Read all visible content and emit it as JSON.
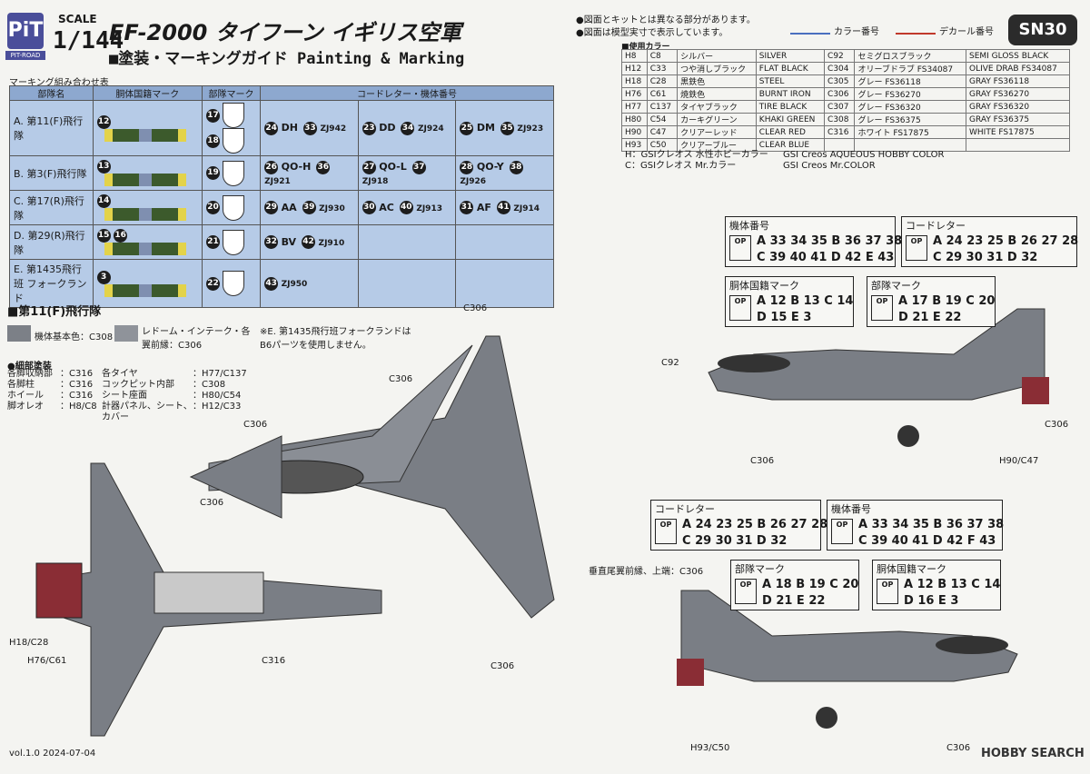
{
  "header": {
    "logo": "PiT",
    "logo_sub": "PIT-ROAD",
    "scale_word": "SCALE",
    "scale_value": "1/144",
    "title": "EF-2000 タイフーン イギリス空軍",
    "subtitle": "■塗装・マーキングガイド Painting & Marking",
    "product_code": "SN30",
    "note1": "●図面とキットとは異なる部分があります。",
    "note2": "●図面は模型実寸で表示しています。",
    "legend_color": "カラー番号",
    "legend_decal": "デカール番号"
  },
  "marking_table": {
    "caption": "マーキング組み合わせ表",
    "headers": [
      "部隊名",
      "胴体国籍マーク",
      "部隊マーク",
      "コードレター・機体番号"
    ],
    "rows": [
      {
        "unit": "A. 第11(F)飛行隊",
        "nat": [
          "12"
        ],
        "badges": [
          "17",
          "18"
        ],
        "codes": [
          [
            "24",
            "DH",
            "33",
            "ZJ942"
          ],
          [
            "23",
            "DD",
            "34",
            "ZJ924"
          ],
          [
            "25",
            "DM",
            "35",
            "ZJ923"
          ]
        ]
      },
      {
        "unit": "B. 第3(F)飛行隊",
        "nat": [
          "13"
        ],
        "badges": [
          "19"
        ],
        "codes": [
          [
            "26",
            "QO-H",
            "36",
            "ZJ921"
          ],
          [
            "27",
            "QO-L",
            "37",
            "ZJ918"
          ],
          [
            "28",
            "QO-Y",
            "38",
            "ZJ926"
          ]
        ]
      },
      {
        "unit": "C. 第17(R)飛行隊",
        "nat": [
          "14"
        ],
        "badges": [
          "20"
        ],
        "codes": [
          [
            "29",
            "AA",
            "39",
            "ZJ930"
          ],
          [
            "30",
            "AC",
            "40",
            "ZJ913"
          ],
          [
            "31",
            "AF",
            "41",
            "ZJ914"
          ]
        ]
      },
      {
        "unit": "D. 第29(R)飛行隊",
        "nat": [
          "15",
          "16"
        ],
        "badges": [
          "21"
        ],
        "codes": [
          [
            "32",
            "BV",
            "42",
            "ZJ910"
          ]
        ]
      },
      {
        "unit": "E. 第1435飛行班 フォークランド",
        "nat": [
          "3"
        ],
        "badges": [
          "22"
        ],
        "codes": [
          [
            "",
            "",
            "43",
            "ZJ950"
          ]
        ]
      }
    ]
  },
  "colors_table": {
    "title": "■使用カラー",
    "left": [
      [
        "H8",
        "C8",
        "シルバー",
        "SILVER"
      ],
      [
        "H12",
        "C33",
        "つや消しブラック",
        "FLAT BLACK"
      ],
      [
        "H18",
        "C28",
        "黒鉄色",
        "STEEL"
      ],
      [
        "H76",
        "C61",
        "焼鉄色",
        "BURNT IRON"
      ],
      [
        "H77",
        "C137",
        "タイヤブラック",
        "TIRE BLACK"
      ],
      [
        "H80",
        "C54",
        "カーキグリーン",
        "KHAKI GREEN"
      ],
      [
        "H90",
        "C47",
        "クリアーレッド",
        "CLEAR RED"
      ],
      [
        "H93",
        "C50",
        "クリアーブルー",
        "CLEAR BLUE"
      ]
    ],
    "right": [
      [
        "C92",
        "セミグロスブラック",
        "SEMI GLOSS BLACK"
      ],
      [
        "C304",
        "オリーブドラブ FS34087",
        "OLIVE DRAB FS34087"
      ],
      [
        "C305",
        "グレー FS36118",
        "GRAY FS36118"
      ],
      [
        "C306",
        "グレー FS36270",
        "GRAY FS36270"
      ],
      [
        "C307",
        "グレー FS36320",
        "GRAY FS36320"
      ],
      [
        "C308",
        "グレー FS36375",
        "GRAY FS36375"
      ],
      [
        "C316",
        "ホワイト FS17875",
        "WHITE FS17875"
      ]
    ],
    "foot1a": "H：GSIクレオス 水性ホビーカラー",
    "foot1b": "GSI Creos AQUEOUS HOBBY COLOR",
    "foot2a": "C：GSIクレオス Mr.カラー",
    "foot2b": "GSI Creos Mr.COLOR"
  },
  "section": {
    "title": "■第11(F)飛行隊",
    "base_color": "機体基本色：C308",
    "radome": "レドーム・インテーク・各翼前縁：C306",
    "note": "※E. 第1435飛行班フォークランドは B6パーツを使用しません。",
    "detail_title": "●細部塗装",
    "details": [
      [
        "各脚収納部",
        "：C316",
        "各タイヤ",
        "：H77/C137"
      ],
      [
        "各脚柱",
        "：C316",
        "コックピット内部",
        "：C308"
      ],
      [
        "ホイール",
        "：C316",
        "シート座面",
        "：H80/C54"
      ],
      [
        "脚オレオ",
        "：H8/C8",
        "計器パネル、シート、カバー",
        "：H12/C33"
      ]
    ]
  },
  "callouts_top": {
    "serial_title": "機体番号",
    "serial_a": "A",
    "serial_a_n": [
      "33",
      "34",
      "35"
    ],
    "serial_b": "B",
    "serial_b_n": [
      "36",
      "37",
      "38"
    ],
    "serial_c": "C",
    "serial_c_n": [
      "39",
      "40",
      "41"
    ],
    "serial_d": "D",
    "serial_d_n": [
      "42"
    ],
    "serial_e": "E",
    "serial_e_n": [
      "43"
    ],
    "code_title": "コードレター",
    "code_rows": [
      "A 24 23 25  B 26 27 28",
      "C 29 30 31  D 32"
    ],
    "nat_title": "胴体国籍マーク",
    "nat_rows": [
      "A 12  B 13  C 14",
      "D 15  E 3"
    ],
    "unit_title": "部隊マーク",
    "unit_rows": [
      "A 17  B 19  C 20",
      "D 21  E 22"
    ]
  },
  "callouts_bottom": {
    "code_title": "コードレター",
    "code_rows": [
      "A 24 23 25  B 26 27 28",
      "C 29 30 31  D 32"
    ],
    "serial_title": "機体番号",
    "serial_rows": [
      "A 33 34 35  B 36 37 38",
      "C 39 40 41  D 42  F 43"
    ],
    "unit_title": "部隊マーク",
    "unit_rows": [
      "A 18  B 19  C 20",
      "D 21  E 22"
    ],
    "nat_title": "胴体国籍マーク",
    "nat_rows": [
      "A 12  B 13  C 14",
      "D 16  E 3"
    ],
    "fin_note": "垂直尾翼前縁、上端：C306"
  },
  "labels": {
    "c306": "C306",
    "c92": "C92",
    "c316": "C316",
    "h90": "H90/C47",
    "h18": "H18/C28",
    "h76": "H76/C61",
    "h93": "H93/C50",
    "op": "OP"
  },
  "footer": {
    "version": "vol.1.0 2024-07-04",
    "watermark": "HOBBY SEARCH"
  }
}
